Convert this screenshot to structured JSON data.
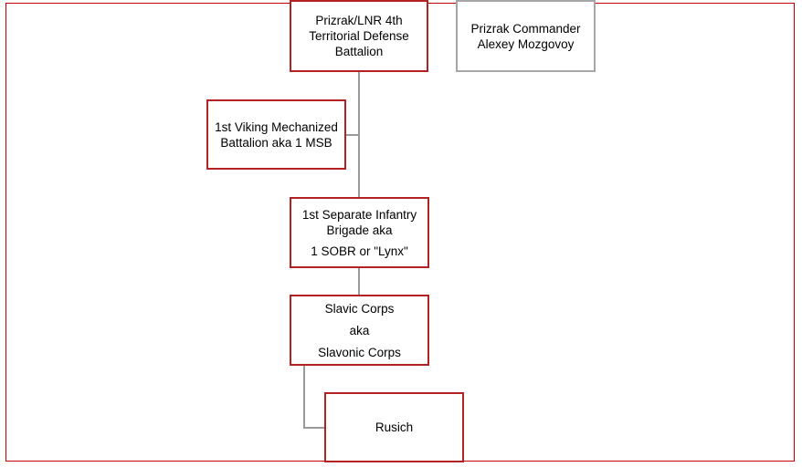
{
  "colors": {
    "frame": "#c00000",
    "box_border": "#b22222",
    "gray_border": "#a6a6a6",
    "connector": "#999999"
  },
  "nodes": {
    "prizrak": {
      "lines": [
        "Prizrak/LNR 4th",
        "Territorial Defense",
        "Battalion"
      ]
    },
    "commander": {
      "lines": [
        "Prizrak Commander",
        "Alexey Mozgovoy"
      ]
    },
    "viking": {
      "lines": [
        "1st Viking Mechanized",
        "Battalion aka 1 MSB"
      ]
    },
    "sobr": {
      "lines": [
        "1st Separate Infantry",
        "Brigade aka",
        "1 SOBR or \"Lynx\""
      ]
    },
    "slavic": {
      "lines": [
        "Slavic Corps",
        "aka",
        "Slavonic Corps"
      ]
    },
    "rusich": {
      "lines": [
        "Rusich"
      ]
    }
  }
}
